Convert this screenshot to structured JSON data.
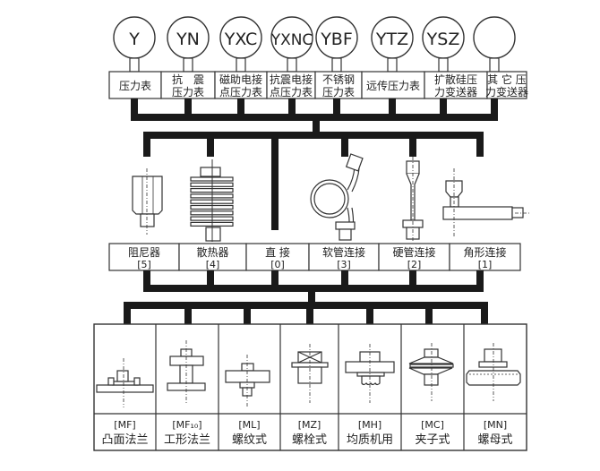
{
  "gauges": [
    {
      "code": "Y",
      "label": [
        "压力表"
      ]
    },
    {
      "code": "YN",
      "label": [
        "抗　震",
        "压力表"
      ]
    },
    {
      "code": "YXC",
      "label": [
        "磁助电接",
        "点压力表"
      ]
    },
    {
      "code": "YXNC",
      "label": [
        "抗震电接",
        "点压力表"
      ]
    },
    {
      "code": "YBF",
      "label": [
        "不锈钢",
        "压力表"
      ]
    },
    {
      "code": "YTZ",
      "label": [
        "远传压力表"
      ]
    },
    {
      "code": "YSZ",
      "label": [
        "扩散硅压",
        "力变送器"
      ]
    },
    {
      "code": "",
      "label": [
        "其 它 压",
        "力变送器"
      ]
    }
  ],
  "connections": [
    {
      "name": "阻尼器",
      "code": "[5]",
      "icon": "damper-icon"
    },
    {
      "name": "散热器",
      "code": "[4]",
      "icon": "radiator-icon"
    },
    {
      "name": "直 接",
      "code": "[0]",
      "icon": "direct-pipe-icon"
    },
    {
      "name": "软管连接",
      "code": "[3]",
      "icon": "flexible-hose-icon"
    },
    {
      "name": "硬管连接",
      "code": "[2]",
      "icon": "rigid-pipe-icon"
    },
    {
      "name": "角形连接",
      "code": "[1]",
      "icon": "angle-connector-icon"
    }
  ],
  "mounts": [
    {
      "code": "[MF]",
      "name": "凸面法兰",
      "icon": "raised-flange-icon"
    },
    {
      "code": "[MF₁₀]",
      "name": "工形法兰",
      "icon": "i-flange-icon"
    },
    {
      "code": "[ML]",
      "name": "螺纹式",
      "icon": "threaded-icon"
    },
    {
      "code": "[MZ]",
      "name": "螺栓式",
      "icon": "bolt-icon"
    },
    {
      "code": "[MH]",
      "name": "均质机用",
      "icon": "homogenizer-icon"
    },
    {
      "code": "[MC]",
      "name": "夹子式",
      "icon": "clamp-icon"
    },
    {
      "code": "[MN]",
      "name": "螺母式",
      "icon": "nut-icon"
    }
  ],
  "colors": {
    "line": "#1a1a1a",
    "box": "#333333",
    "bg": "#ffffff"
  }
}
